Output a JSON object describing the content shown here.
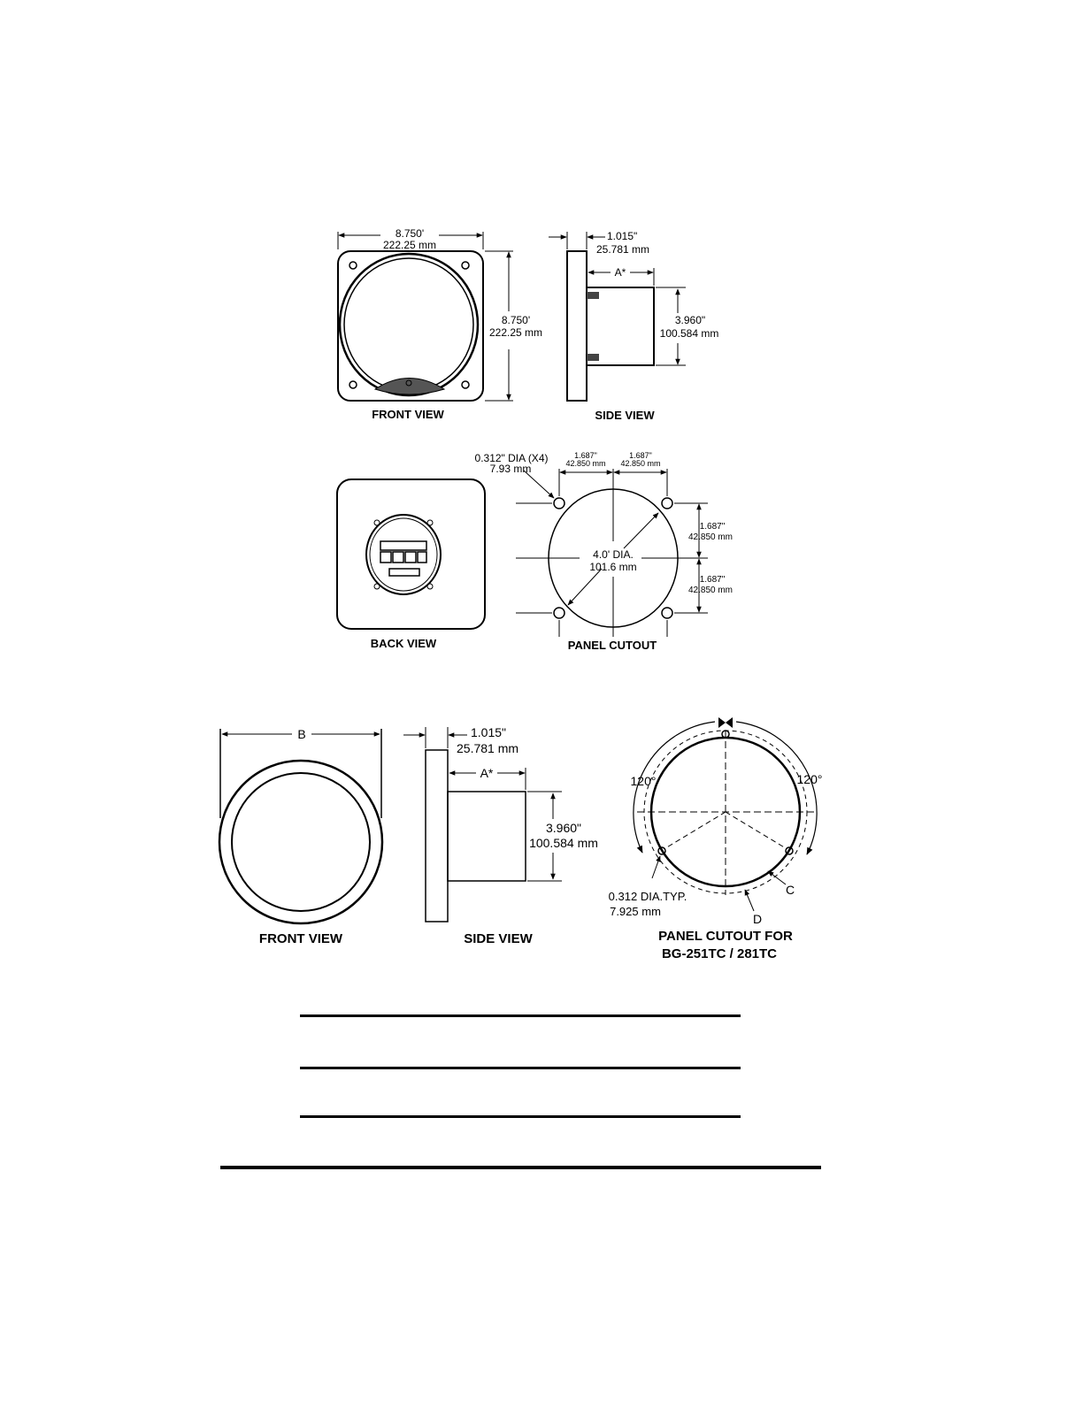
{
  "top_figure": {
    "front_view": {
      "title": "FRONT VIEW",
      "width_in": "8.750'",
      "width_mm": "222.25 mm",
      "height_in": "8.750'",
      "height_mm": "222.25 mm"
    },
    "side_view": {
      "title": "SIDE VIEW",
      "flange_in": "1.015\"",
      "flange_mm": "25.781 mm",
      "depth_label": "A*",
      "case_in": "3.960\"",
      "case_mm": "100.584 mm"
    },
    "back_view": {
      "title": "BACK VIEW"
    },
    "panel_cutout": {
      "title": "PANEL CUTOUT",
      "hole_dia": "0.312\" DIA (X4)",
      "hole_mm": "7.93 mm",
      "h_left_in": "1.687\"",
      "h_left_mm": "42.850 mm",
      "h_right_in": "1.687\"",
      "h_right_mm": "42.850 mm",
      "v_top_in": "1.687\"",
      "v_top_mm": "42.850 mm",
      "v_bottom_in": "1.687\"",
      "v_bottom_mm": "42.850 mm",
      "center_dia": "4.0' DIA.",
      "center_mm": "101.6 mm"
    }
  },
  "bottom_figure": {
    "front_view": {
      "title": "FRONT VIEW",
      "width_label": "B"
    },
    "side_view": {
      "title": "SIDE VIEW",
      "flange_in": "1.015\"",
      "flange_mm": "25.781 mm",
      "depth_label": "A*",
      "case_in": "3.960\"",
      "case_mm": "100.584 mm"
    },
    "panel_cutout": {
      "title_line1": "PANEL CUTOUT  FOR",
      "title_line2": "BG-251TC / 281TC",
      "angle_left": "120°",
      "angle_right": "120°",
      "hole_dia": "0.312 DIA.TYP.",
      "hole_mm": "7.925 mm",
      "label_c": "C",
      "label_d": "D"
    }
  }
}
